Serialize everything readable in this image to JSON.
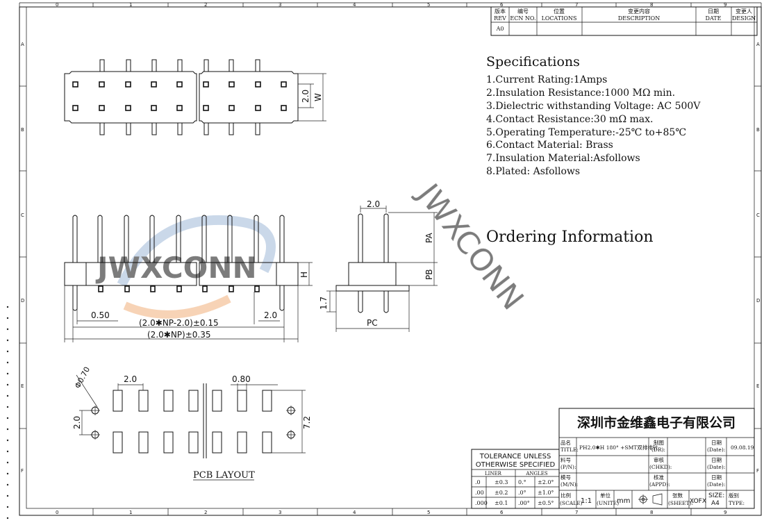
{
  "border": {
    "col_numbers": [
      "0",
      "1",
      "2",
      "3",
      "4",
      "5",
      "6",
      "7",
      "8",
      "9"
    ],
    "row_letters": [
      "A",
      "B",
      "C",
      "D",
      "E",
      "F"
    ]
  },
  "revision_table": {
    "headers": [
      {
        "cn": "版本",
        "en": "REV"
      },
      {
        "cn": "编号",
        "en": "ECN NO."
      },
      {
        "cn": "位置",
        "en": "LOCATIONS"
      },
      {
        "cn": "变更内容",
        "en": "DESCRIPTION"
      },
      {
        "cn": "日期",
        "en": "DATE"
      },
      {
        "cn": "变更人",
        "en": "DESIGN"
      }
    ],
    "row": [
      "A0",
      "",
      "",
      "",
      "",
      ""
    ]
  },
  "specifications": {
    "title": "Specifications",
    "items": [
      "1.Current Rating:1Amps",
      "2.Insulation Resistance:1000 MΩ min.",
      "3.Dielectric withstanding Voltage: AC 500V",
      "4.Contact Resistance:30 mΩ max.",
      "5.Operating Temperature:-25℃ to+85℃",
      "6.Contact Material:  Brass",
      "7.Insulation Material:Asfollows",
      "8.Plated: Asfollows"
    ]
  },
  "ordering": {
    "title": "Ordering Information"
  },
  "watermark": "JWXCONN",
  "dimensions": {
    "top_pitch": "2.0",
    "top_w": "W",
    "side_h": "H",
    "pin_width": "0.50",
    "bottom_pitch": "2.0",
    "formula_inner": "(2.0✱NP-2.0)±0.15",
    "formula_outer": "(2.0✱NP)±0.35",
    "end_pitch": "2.0",
    "end_pa": "PA",
    "end_pb": "PB",
    "end_pc": "PC",
    "end_17": "1.7",
    "pcb_dia": "Φ0.70",
    "pcb_pitch_x": "2.0",
    "pcb_pitch_y": "2.0",
    "pcb_pad": "0.80",
    "pcb_height": "7.2"
  },
  "pcb_layout_label": "PCB LAYOUT",
  "tolerance": {
    "title1": "TOLERANCE UNLESS",
    "title2": "OTHERWISE SPECIFIED",
    "col1": "LINER",
    "col2": "ANGLES",
    "rows": [
      [
        ".0",
        "±0.3",
        "0.°",
        "±2.0°"
      ],
      [
        ".00",
        "±0.2",
        ".0°",
        "±1.0°"
      ],
      [
        ".000",
        "±0.1",
        ".00°",
        "±0.5°"
      ]
    ]
  },
  "title_block": {
    "company": "深圳市金维鑫电子有限公司",
    "title_label_cn": "品名",
    "title_label_en": "TITLE:",
    "title_value": "PH2.0✱H 180° +SMT双排排针",
    "dr_cn": "制图",
    "dr_en": "(DR):",
    "date_cn": "日期",
    "date_en": "(Date):",
    "date_value": "09.08.19",
    "pn_cn": "料号",
    "pn_en": "(P/N):",
    "chkd_cn": "审核",
    "chkd_en": "(CHKD):",
    "mn_cn": "模号",
    "mn_en": "(M/N):",
    "appd_cn": "核准",
    "appd_en": "(APPD):",
    "scale_cn": "比例",
    "scale_en": "(SCALE)",
    "scale_value": "1:1",
    "unit_cn": "单位",
    "unit_en": "(UNITE)",
    "unit_value": "mm",
    "sheet_cn": "张数",
    "sheet_en": "(SHEET):",
    "sheet_value": "XOFX",
    "size_label": "SIZE:",
    "size_value": "A4",
    "type_cn": "版别",
    "type_en": "TYPE:"
  }
}
